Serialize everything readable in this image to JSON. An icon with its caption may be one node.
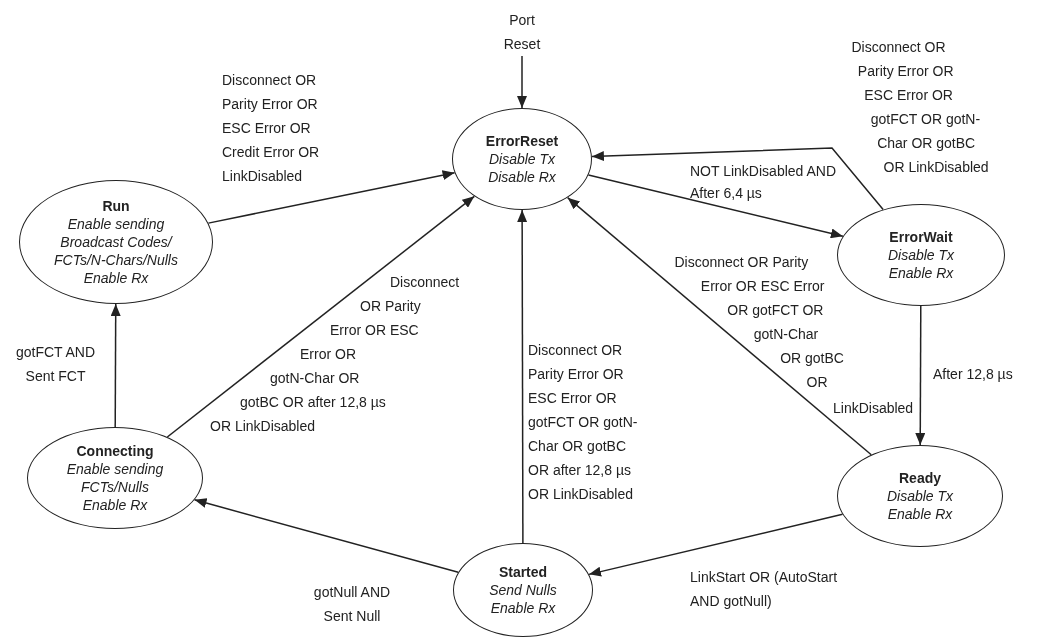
{
  "diagram": {
    "nodes": [
      {
        "text": [
          "Port Reset"
        ]
      },
      {
        "text": [
          "ErrorReset",
          "Disable Tx",
          "Disable Rx"
        ]
      },
      {
        "text": [
          "Run",
          "Enable sending Broadcast Codes/ FCTs/N-Chars/Nulls",
          "Enable Rx"
        ]
      },
      {
        "text": [
          "ErrorWait",
          "Disable Tx",
          "Enable Rx"
        ]
      },
      {
        "text": [
          "Connecting",
          "Enable sending FCTs/Nulls",
          "Enable Rx"
        ]
      },
      {
        "text": [
          "Ready",
          "Disable Tx",
          "Enable Rx"
        ]
      },
      {
        "text": [
          "Started",
          "Send Nulls",
          "Enable Rx"
        ]
      }
    ],
    "edges": [
      {
        "from": 0,
        "to": 1,
        "arrow": "to"
      },
      {
        "from": 2,
        "to": 1,
        "arrow": "to",
        "label": "Disconnect OR Parity Error OR ESC Error OR Credit Error OR LinkDisabled"
      },
      {
        "from": 1,
        "to": 3,
        "arrow": "to",
        "label": "NOT LinkDisabled AND After 6,4 µs"
      },
      {
        "from": 3,
        "to": 1,
        "arrow": "to",
        "label": "Disconnect OR Parity Error OR ESC Error OR gotFCT OR gotN-Char OR gotBC OR LinkDisabled"
      },
      {
        "from": 4,
        "to": 1,
        "arrow": "to",
        "label": "Disconnect OR Parity Error OR ESC Error OR gotN-Char OR gotBC OR after 12,8 µs OR LinkDisabled"
      },
      {
        "from": 6,
        "to": 1,
        "arrow": "to",
        "label": "Disconnect OR Parity Error OR ESC Error OR gotFCT OR gotN-Char OR gotBC OR after 12,8 µs OR LinkDisabled"
      },
      {
        "from": 5,
        "to": 1,
        "arrow": "to",
        "label": "Disconnect OR Parity Error OR ESC Error OR gotFCT OR gotN-Char OR gotBC OR LinkDisabled"
      },
      {
        "from": 3,
        "to": 5,
        "arrow": "to",
        "label": "After 12,8 µs"
      },
      {
        "from": 5,
        "to": 6,
        "arrow": "to",
        "label": "LinkStart OR (AutoStart AND gotNull)"
      },
      {
        "from": 6,
        "to": 4,
        "arrow": "to",
        "label": "gotNull AND Sent Null"
      },
      {
        "from": 4,
        "to": 2,
        "arrow": "to",
        "label": "gotFCT AND Sent FCT"
      }
    ]
  }
}
